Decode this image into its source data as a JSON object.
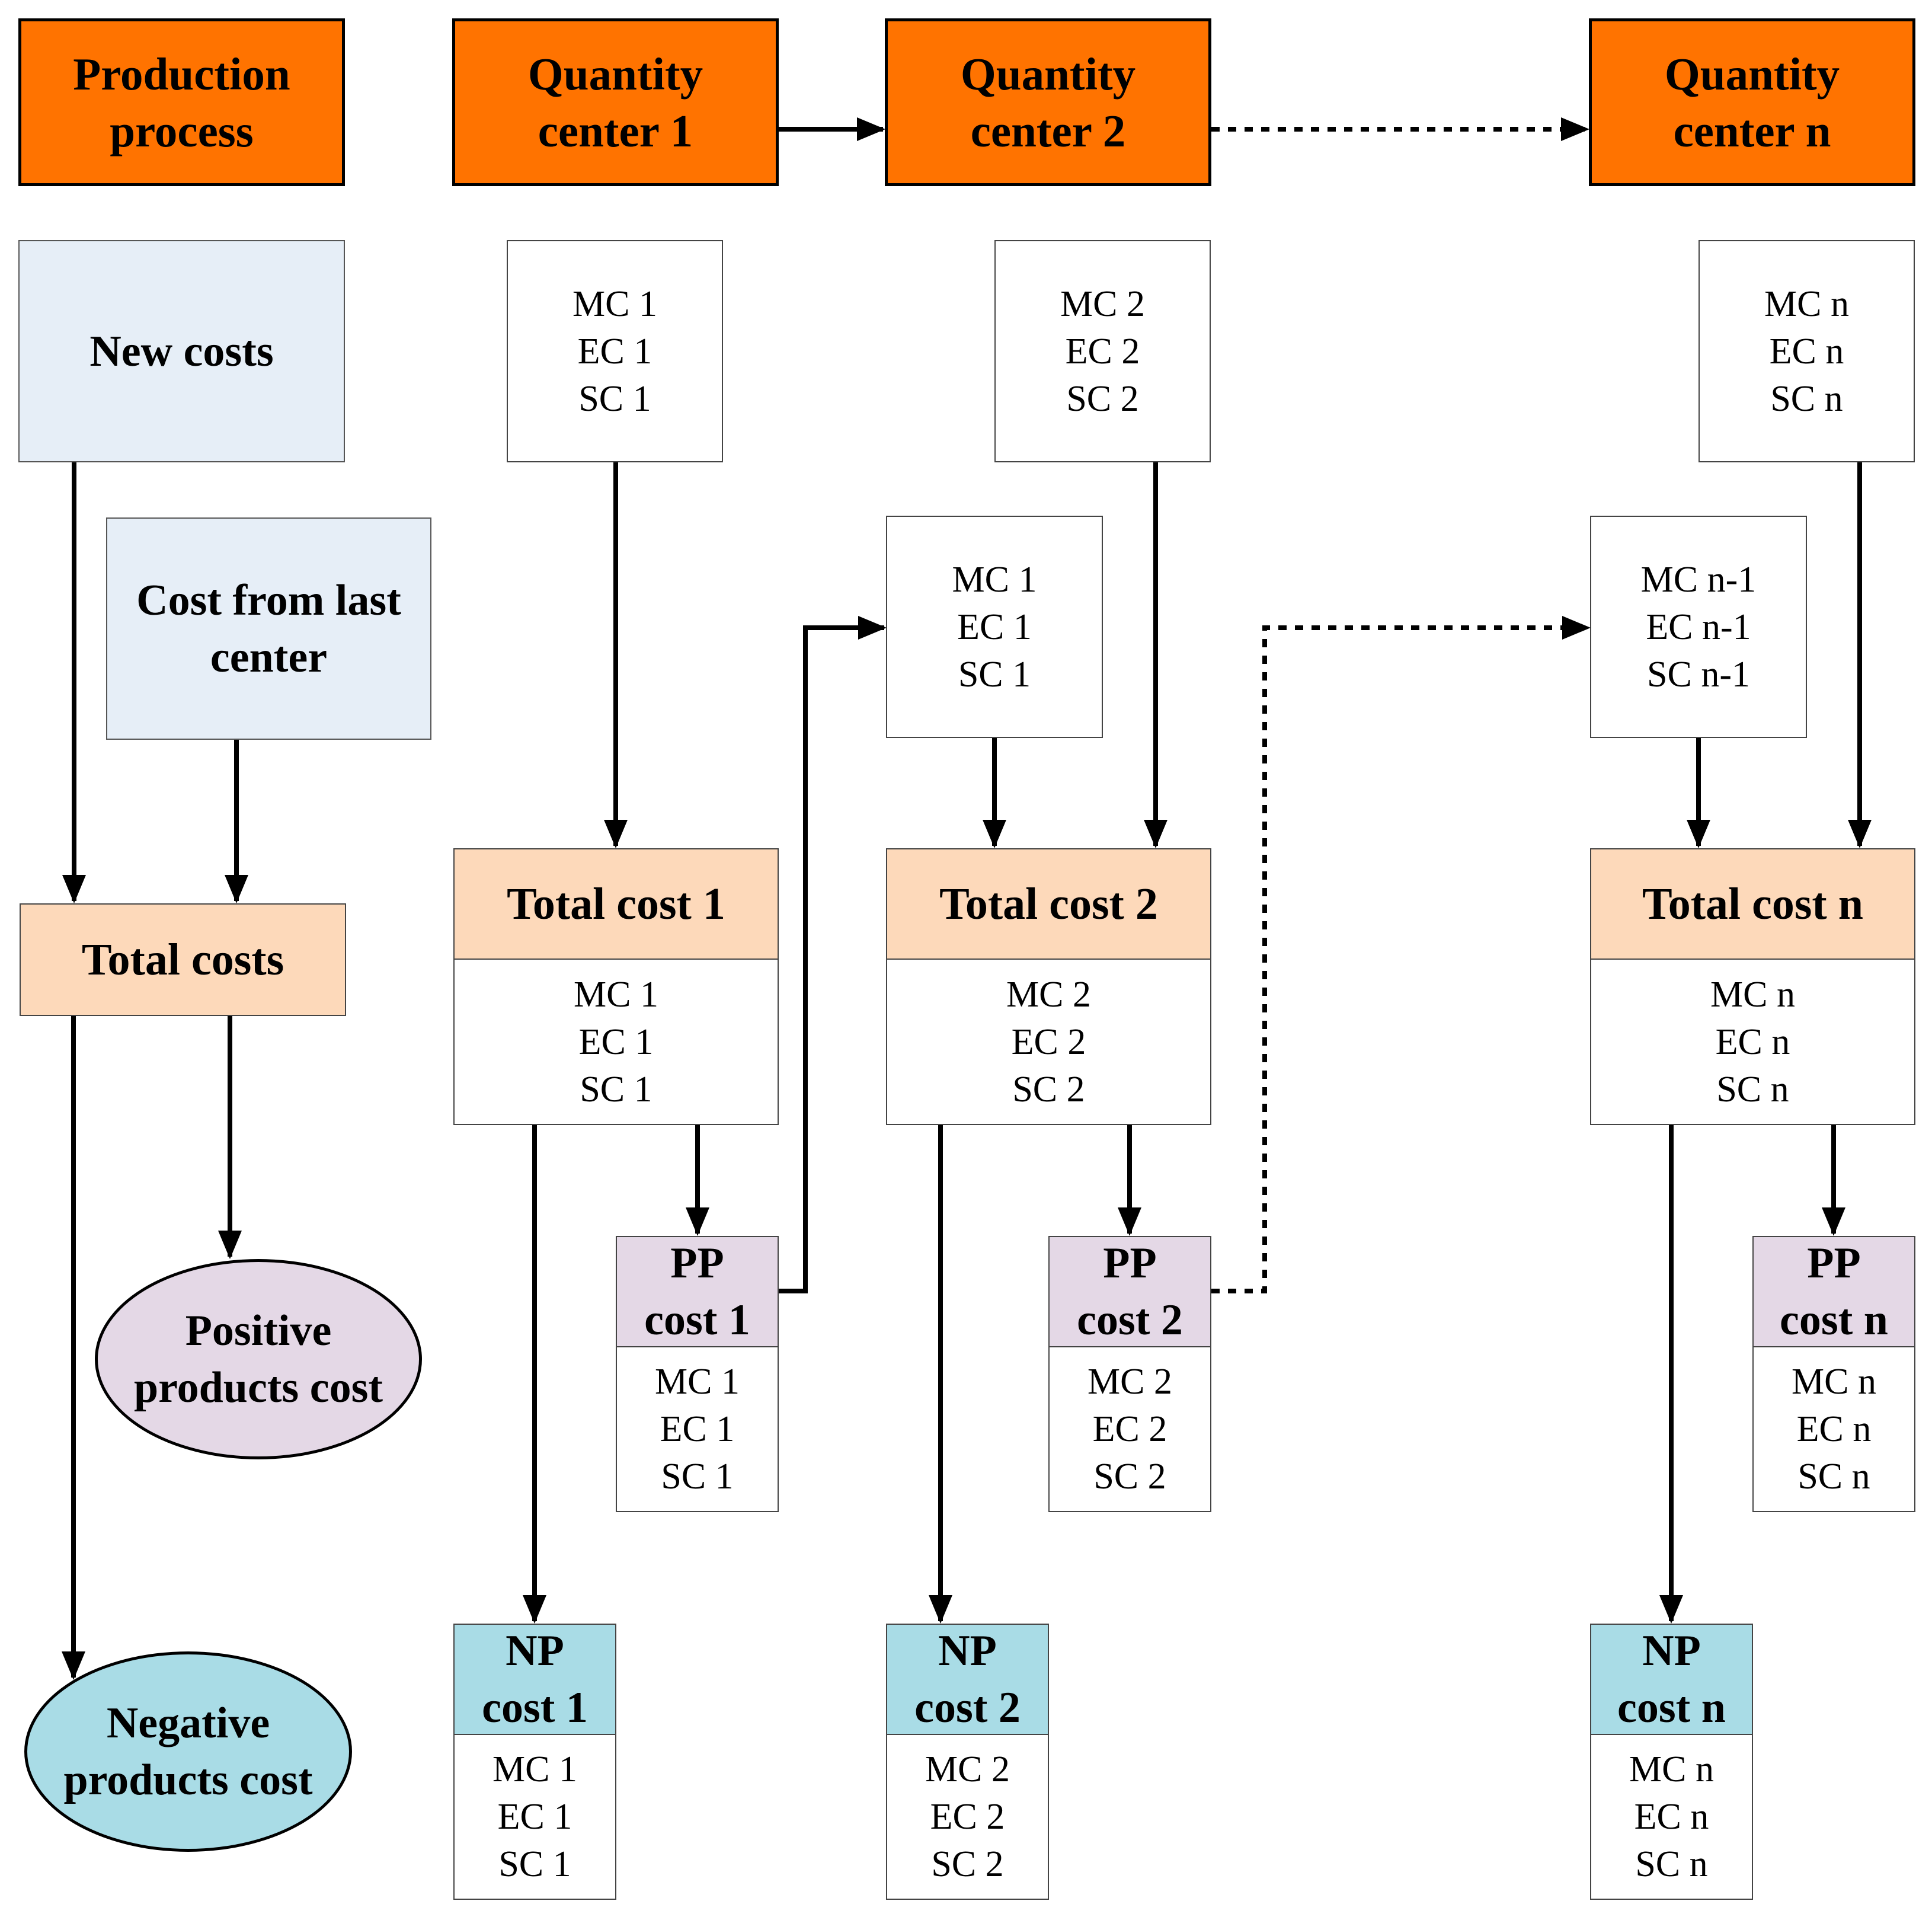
{
  "headers": {
    "production": [
      "Production",
      "process"
    ],
    "qc1": [
      "Quantity",
      "center 1"
    ],
    "qc2": [
      "Quantity",
      "center 2"
    ],
    "qcn": [
      "Quantity",
      "center n"
    ]
  },
  "left": {
    "new_costs": "New costs",
    "cost_from_last": [
      "Cost from last",
      "center"
    ],
    "total_costs": "Total costs",
    "positive": [
      "Positive",
      "products cost"
    ],
    "negative": [
      "Negative",
      "products cost"
    ]
  },
  "inputs": {
    "c1": [
      "MC 1",
      "EC 1",
      "SC 1"
    ],
    "c2": [
      "MC 2",
      "EC 2",
      "SC 2"
    ],
    "cn": [
      "MC n",
      "EC n",
      "SC n"
    ],
    "prev2": [
      "MC 1",
      "EC 1",
      "SC 1"
    ],
    "prevn": [
      "MC n-1",
      "EC n-1",
      "SC n-1"
    ]
  },
  "totals": {
    "c1": {
      "title": "Total cost 1",
      "lines": [
        "MC 1",
        "EC 1",
        "SC 1"
      ]
    },
    "c2": {
      "title": "Total cost 2",
      "lines": [
        "MC 2",
        "EC 2",
        "SC 2"
      ]
    },
    "cn": {
      "title": "Total cost n",
      "lines": [
        "MC n",
        "EC n",
        "SC n"
      ]
    }
  },
  "pp": {
    "c1": {
      "title": [
        "PP",
        "cost 1"
      ],
      "lines": [
        "MC 1",
        "EC 1",
        "SC 1"
      ]
    },
    "c2": {
      "title": [
        "PP",
        "cost 2"
      ],
      "lines": [
        "MC 2",
        "EC 2",
        "SC 2"
      ]
    },
    "cn": {
      "title": [
        "PP",
        "cost n"
      ],
      "lines": [
        "MC n",
        "EC n",
        "SC n"
      ]
    }
  },
  "np": {
    "c1": {
      "title": [
        "NP",
        "cost 1"
      ],
      "lines": [
        "MC 1",
        "EC 1",
        "SC 1"
      ]
    },
    "c2": {
      "title": [
        "NP",
        "cost 2"
      ],
      "lines": [
        "MC 2",
        "EC 2",
        "SC 2"
      ]
    },
    "cn": {
      "title": [
        "NP",
        "cost n"
      ],
      "lines": [
        "MC n",
        "EC n",
        "SC n"
      ]
    }
  },
  "colors": {
    "header": "#FF7300",
    "cost_source": "#E6EEF7",
    "total": "#FDD9BA",
    "positive": "#E4D8E6",
    "negative": "#A9DCE6"
  }
}
